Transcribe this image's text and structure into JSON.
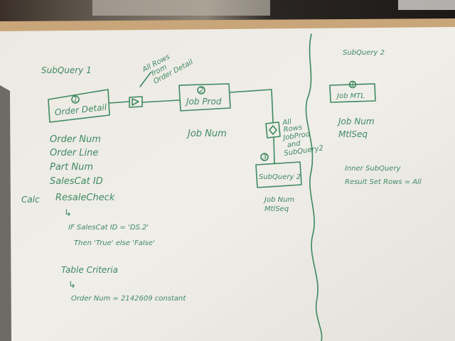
{
  "left": {
    "heading": "SubQuery 1",
    "all_rows_note": [
      "All Rows",
      "from",
      "Order Detail"
    ],
    "order_detail": {
      "num": "1",
      "label": "Order Detail"
    },
    "job_prod": {
      "num": "2",
      "label": "Job Prod"
    },
    "job_num_link": "Job Num",
    "subquery2_box": {
      "num": "3",
      "label": "SubQuery 2"
    },
    "all_rows_sub_note": [
      "All",
      "Rows",
      "JobProd",
      "and",
      "SubQuery2"
    ],
    "subquery2_fields": [
      "Job Num",
      "MtlSeq"
    ],
    "fields": [
      "Order Num",
      "Order Line",
      "Part Num",
      "SalesCat ID"
    ],
    "calc_prefix": "Calc",
    "calc_name": "ResaleCheck",
    "arrow_glyph": "↳",
    "if_line": "IF    SalesCat ID   = 'DS.2'",
    "then_line": "Then  'True'   else  'False'",
    "criteria_title": "Table Criteria",
    "criteria_line": "Order Num  =  2142609  constant"
  },
  "right": {
    "heading": "SubQuery 2",
    "job_mtl": {
      "num": "1",
      "label": "Job MTL"
    },
    "fields": [
      "Job Num",
      "MtlSeq"
    ],
    "inner_line": "Inner SubQuery",
    "result_line": "Result Set Rows  =  All"
  }
}
